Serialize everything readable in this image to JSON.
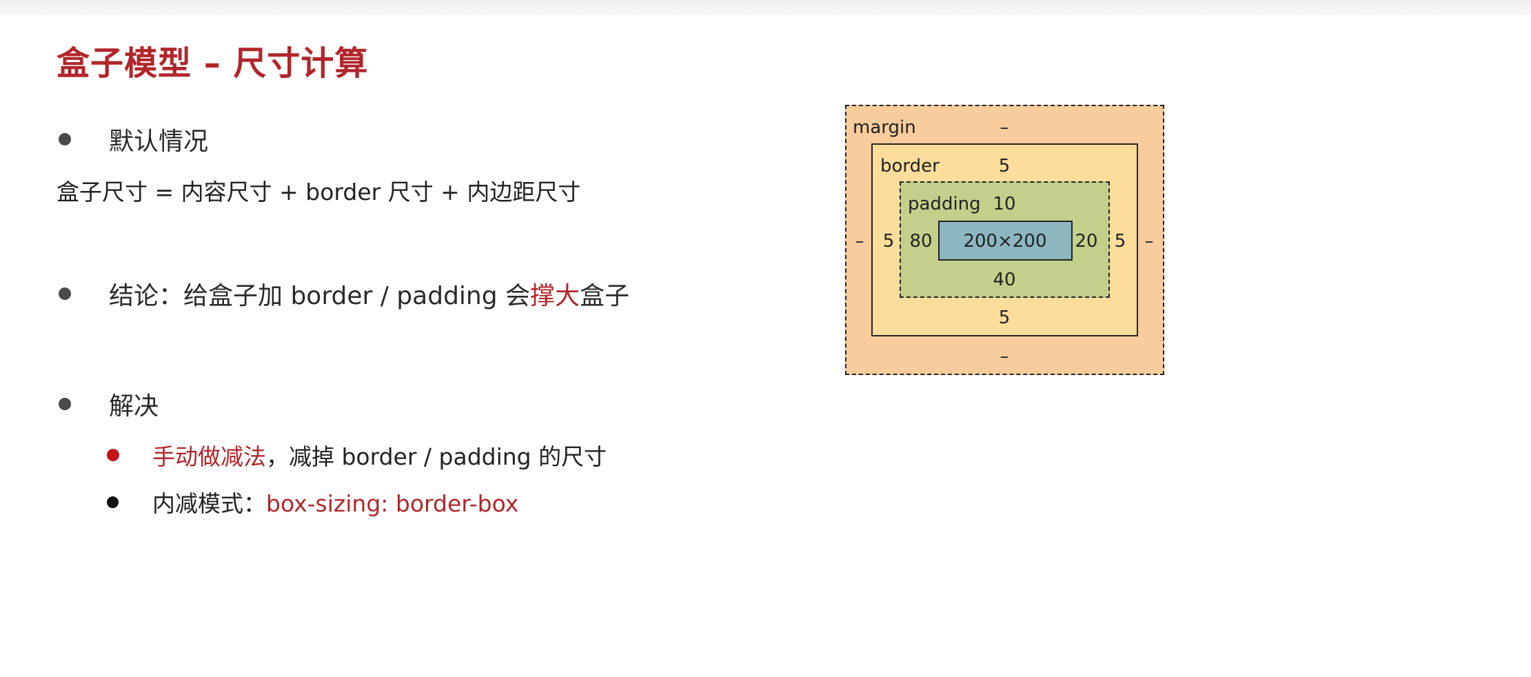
{
  "slide": {
    "title": "盒子模型 – 尺寸计算",
    "bullets": {
      "default_case": "默认情况",
      "formula": "盒子尺寸 = 内容尺寸 + border 尺寸 + 内边距尺寸",
      "conclusion_prefix": "结论：给盒子加 border / padding 会",
      "conclusion_highlight": "撑大",
      "conclusion_suffix": "盒子",
      "solution": "解决",
      "sub1_highlight": "手动做减法",
      "sub1_rest": "，减掉 border / padding 的尺寸",
      "sub2_prefix": "内减模式：",
      "sub2_code": "box-sizing: border-box"
    }
  },
  "diagram": {
    "margin_label": "margin",
    "margin_top": "–",
    "margin_left": "–",
    "margin_right": "–",
    "margin_bottom": "–",
    "border_label": "border",
    "border_top": "5",
    "border_left": "5",
    "border_right": "5",
    "border_bottom": "5",
    "padding_label": "padding",
    "padding_top": "10",
    "padding_left": "80",
    "padding_right": "20",
    "padding_bottom": "40",
    "content_size": "200×200",
    "colors": {
      "margin": "#f9cc9d",
      "border": "#fddd9b",
      "padding": "#c3d08b",
      "content": "#8cb6c0"
    }
  },
  "theme": {
    "accent": "#b1262b"
  }
}
